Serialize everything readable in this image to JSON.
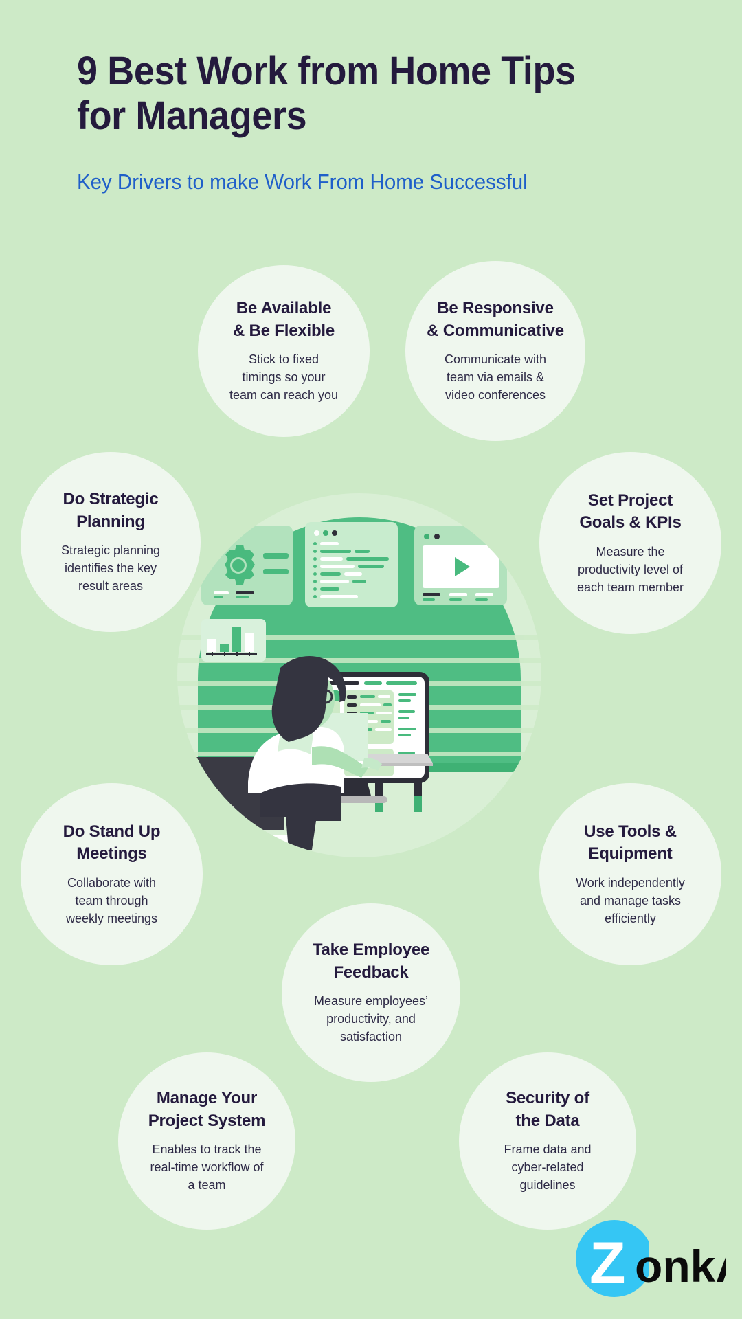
{
  "page": {
    "background_color": "#cdeac7",
    "bubble_color": "#eff7ee",
    "title_color": "#241a3d",
    "subtitle_color": "#1f5fc9",
    "accent_green": "#4cb87a",
    "logo_cyan": "#35c6f4"
  },
  "header": {
    "title": "9 Best Work from Home Tips\nfor Managers",
    "subtitle": "Key Drivers to make Work From Home Successful"
  },
  "tips": [
    {
      "id": "be-available",
      "title": "Be Available\n& Be Flexible",
      "desc": "Stick to fixed\ntimings so your\nteam can reach you"
    },
    {
      "id": "be-responsive",
      "title": "Be Responsive\n& Communicative",
      "desc": "Communicate with\nteam via emails &\nvideo conferences"
    },
    {
      "id": "do-strategic-planning",
      "title": "Do Strategic\nPlanning",
      "desc": "Strategic planning\nidentifies the key\nresult areas"
    },
    {
      "id": "set-project-goals",
      "title": "Set Project\nGoals & KPIs",
      "desc": "Measure the\nproductivity level of\neach team member"
    },
    {
      "id": "do-stand-up-meetings",
      "title": "Do Stand Up\nMeetings",
      "desc": "Collaborate with\nteam through\nweekly meetings"
    },
    {
      "id": "use-tools-equipment",
      "title": "Use Tools &\nEquipment",
      "desc": "Work independently\nand manage tasks\nefficiently"
    },
    {
      "id": "take-employee-feedback",
      "title": "Take Employee\nFeedback",
      "desc": "Measure employees’\nproductivity, and\nsatisfaction"
    },
    {
      "id": "manage-project-system",
      "title": "Manage Your\nProject System",
      "desc": "Enables to track the\nreal-time workflow of\na team"
    },
    {
      "id": "security-of-the-data",
      "title": "Security of\nthe Data",
      "desc": "Frame data and\ncyber-related\nguidelines"
    }
  ],
  "illustration": {
    "name": "woman-working-at-desk-illustration",
    "elements": [
      "gear-icon-window",
      "code-list-window",
      "video-play-window",
      "bar-chart-panel",
      "desktop-monitor",
      "laptop",
      "office-chair",
      "desk"
    ]
  },
  "logo": {
    "mark_letter": "Z",
    "wordmark": "onkA"
  }
}
